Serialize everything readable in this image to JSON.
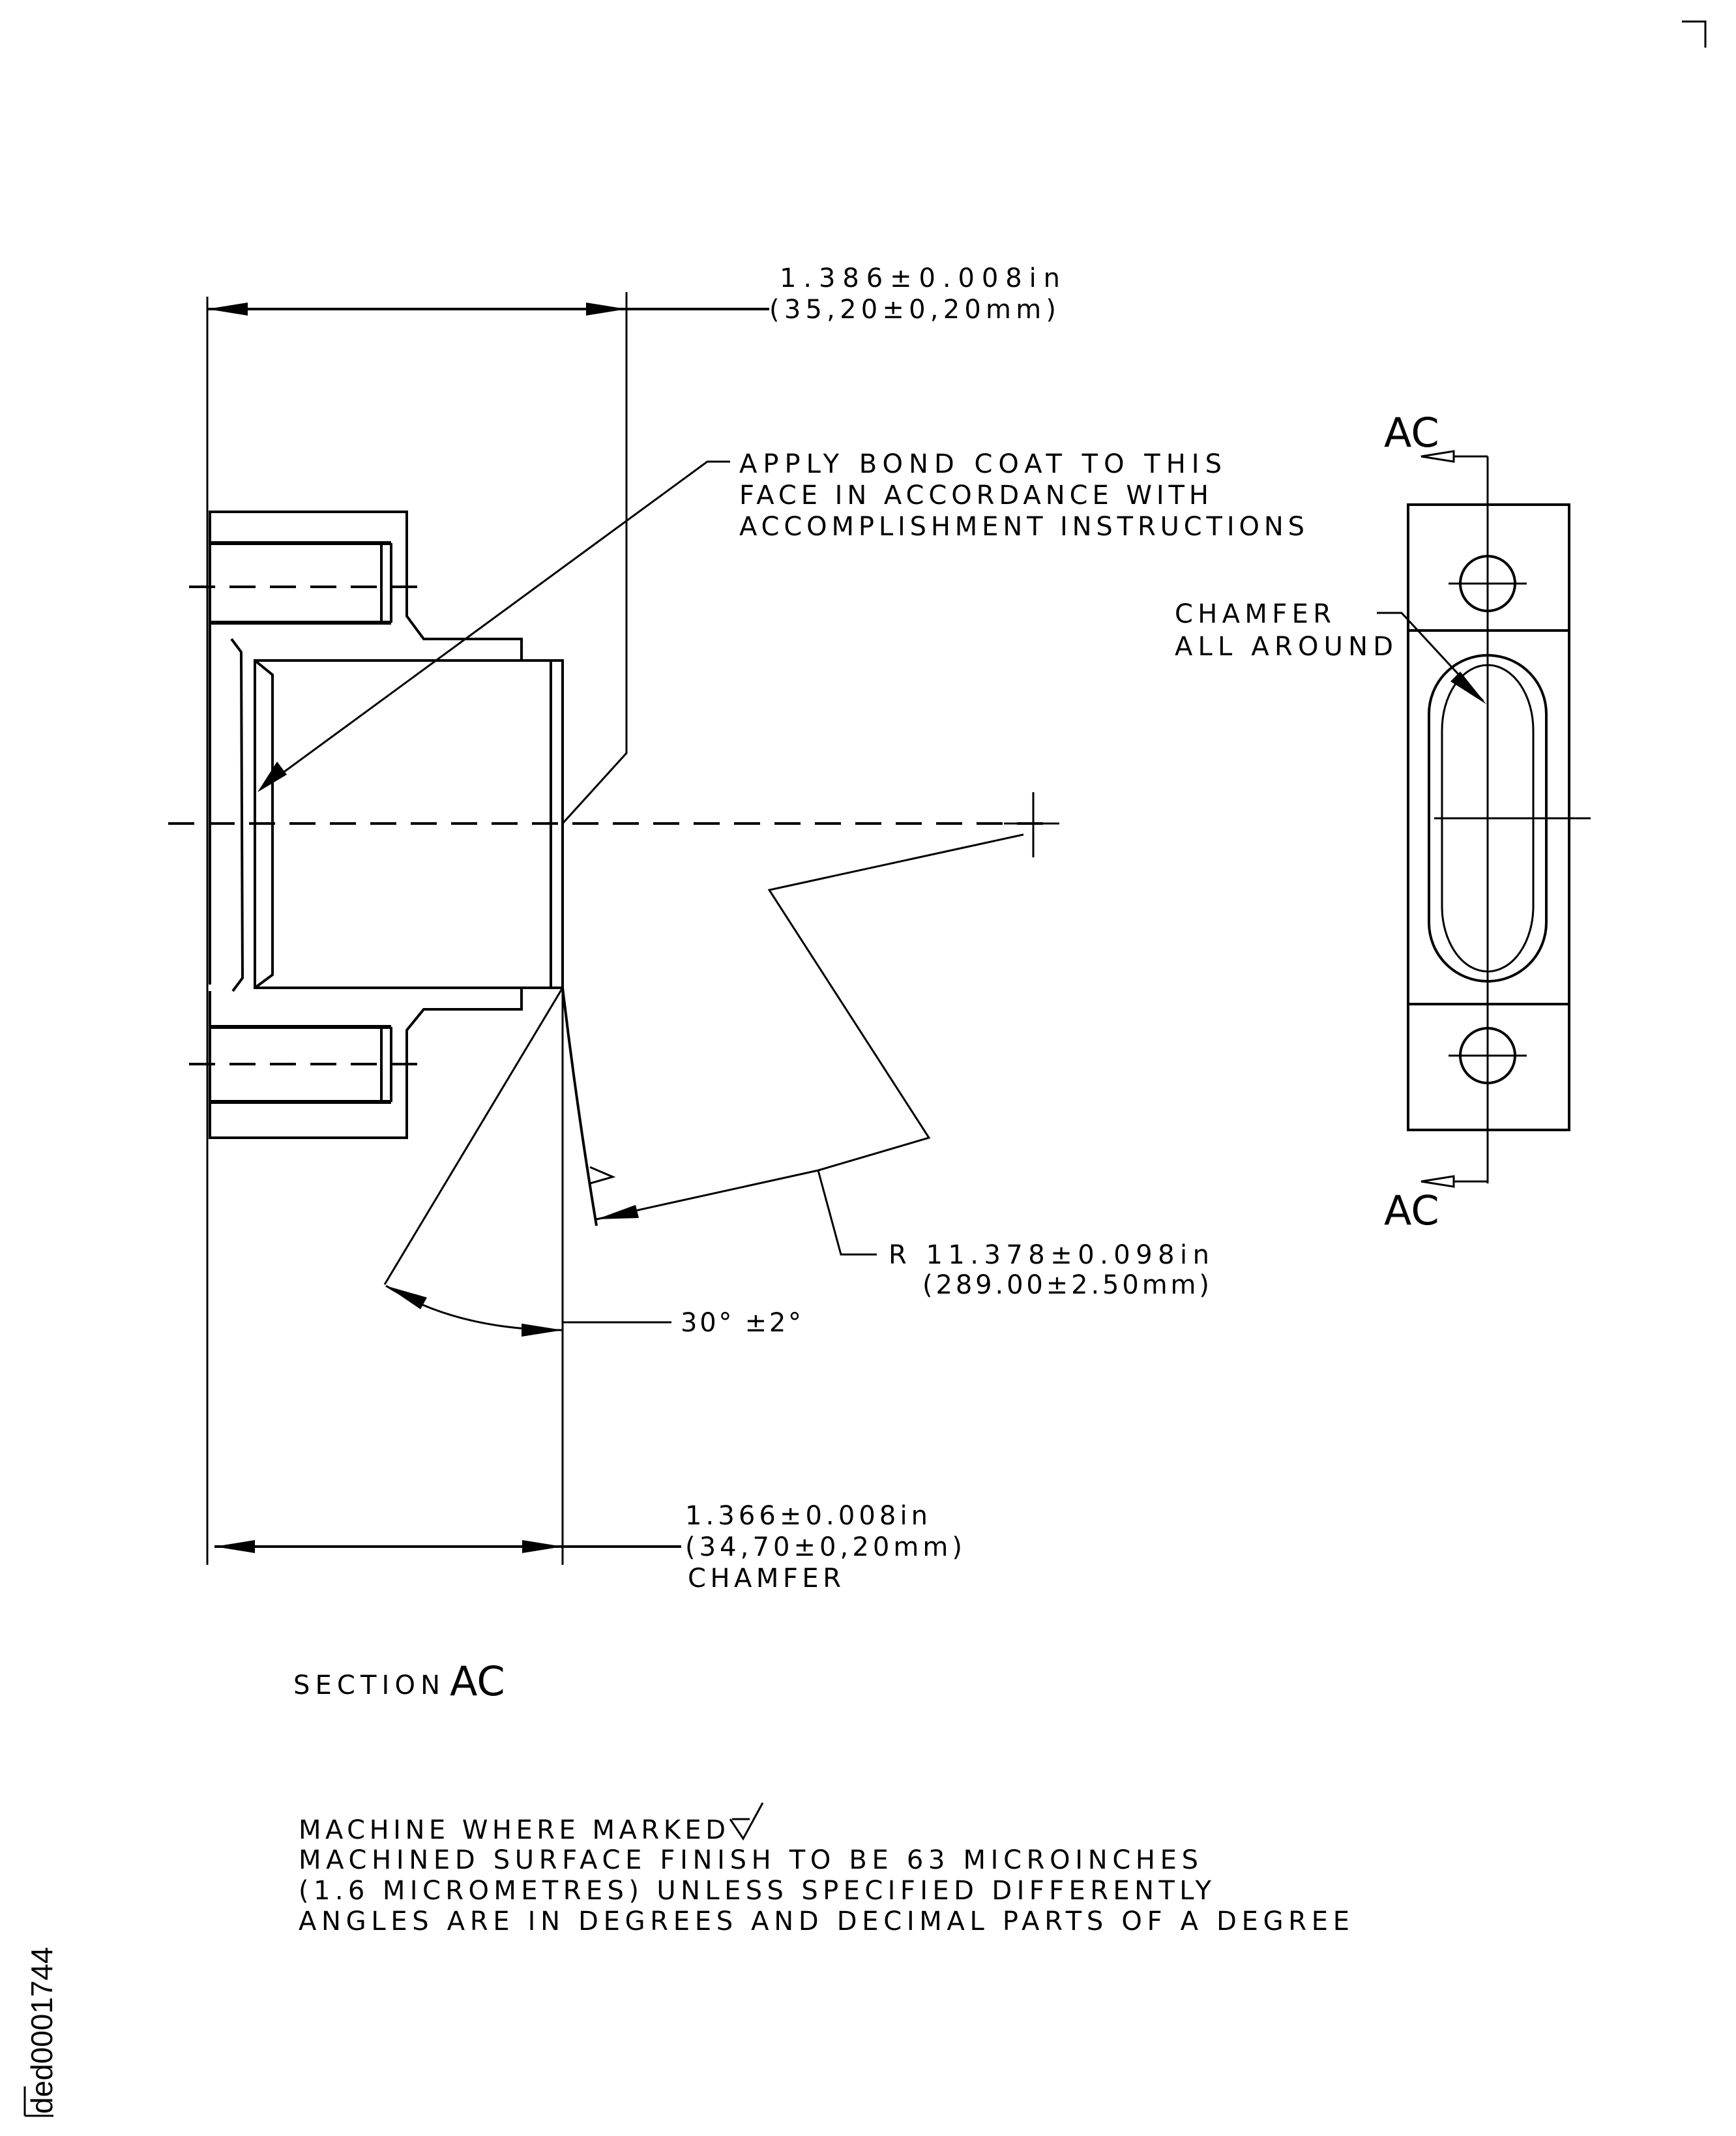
{
  "drawing": {
    "id_label": "ded0001744",
    "section_title_prefix": "SECTION",
    "section_title_letters": "AC",
    "dimensions": {
      "overall_length_in": "1.386±0.008in",
      "overall_length_mm": "(35,20±0,20mm)",
      "chamfer_length_in": "1.366±0.008in",
      "chamfer_length_mm": "(34,70±0,20mm)",
      "chamfer_length_label": "CHAMFER",
      "radius_in": "R 11.378±0.098in",
      "radius_mm": "(289.00±2.50mm)",
      "angle": "30° ±2°"
    },
    "callouts": {
      "bond_coat": [
        "APPLY BOND COAT TO THIS",
        "FACE IN ACCORDANCE WITH",
        "ACCOMPLISHMENT INSTRUCTIONS"
      ],
      "chamfer": [
        "CHAMFER",
        "ALL AROUND"
      ]
    },
    "section_markers": {
      "top": "AC",
      "bottom": "AC"
    },
    "notes": [
      "MACHINE WHERE MARKED",
      "MACHINED SURFACE FINISH TO BE 63 MICROINCHES",
      "(1.6 MICROMETRES) UNLESS SPECIFIED DIFFERENTLY",
      "ANGLES ARE IN DEGREES AND DECIMAL PARTS OF A DEGREE"
    ]
  }
}
